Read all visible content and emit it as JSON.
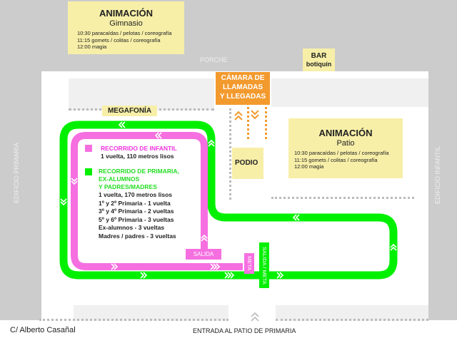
{
  "top_animation": {
    "title": "ANIMACIÓN",
    "place": "Gimnasio",
    "schedule": [
      "10:30 paracaídas / pelotas / coreografía",
      "11:15 gomets / colitas / coreografía",
      "12:00 magia"
    ]
  },
  "porche_label": "PORCHE",
  "bar": {
    "title": "BAR",
    "subtitle": "botiquín"
  },
  "camara": {
    "lines": [
      "CÁMARA DE",
      "LLAMADAS",
      "Y LLEGADAS"
    ]
  },
  "megafonia_label": "MEGAFONÍA",
  "podio_label": "PODIO",
  "patio_animation": {
    "title": "ANIMACIÓN",
    "place": "Patio",
    "schedule": [
      "10:30 paracaídas / pelotas / coreografía",
      "11:15 gomets / colitas / coreografía",
      "12:00 magia"
    ]
  },
  "legend": {
    "infantil": {
      "title": "RECORRIDO DE INFANTIL",
      "detail": "1 vuelta, 110 metros lisos",
      "color": "#f56fe0"
    },
    "primaria": {
      "title_lines": [
        "RECORRIDO DE PRIMARIA,",
        "EX-ALUMNOS",
        "Y PADRES/MADRES"
      ],
      "details": [
        "1 vuelta, 170 metros lisos",
        "1º y 2º Primaria - 1 vuelta",
        "3º y 4º Primaria - 2 vueltas",
        "5º y 6º Primaria - 3 vueltas",
        "Ex-alumnos - 3 vueltas",
        "Madres / padres - 3 vueltas"
      ],
      "color": "#00f000"
    }
  },
  "markers": {
    "salida": "SALIDA",
    "meta": "META",
    "salida_meta": "SALIDA / META"
  },
  "buildings": {
    "left": "EDIFICIO PRIMARIA",
    "right": "EDIFICIO INFANTIL"
  },
  "footer": {
    "street": "C/ Alberto Casañal",
    "entrance": "ENTRADA AL PATIO DE PRIMARIA"
  },
  "colors": {
    "green": "#00f000",
    "pink": "#f56fe0",
    "orange": "#f39a2e",
    "yellow": "#f7efa8",
    "grey": "#cccccc"
  }
}
